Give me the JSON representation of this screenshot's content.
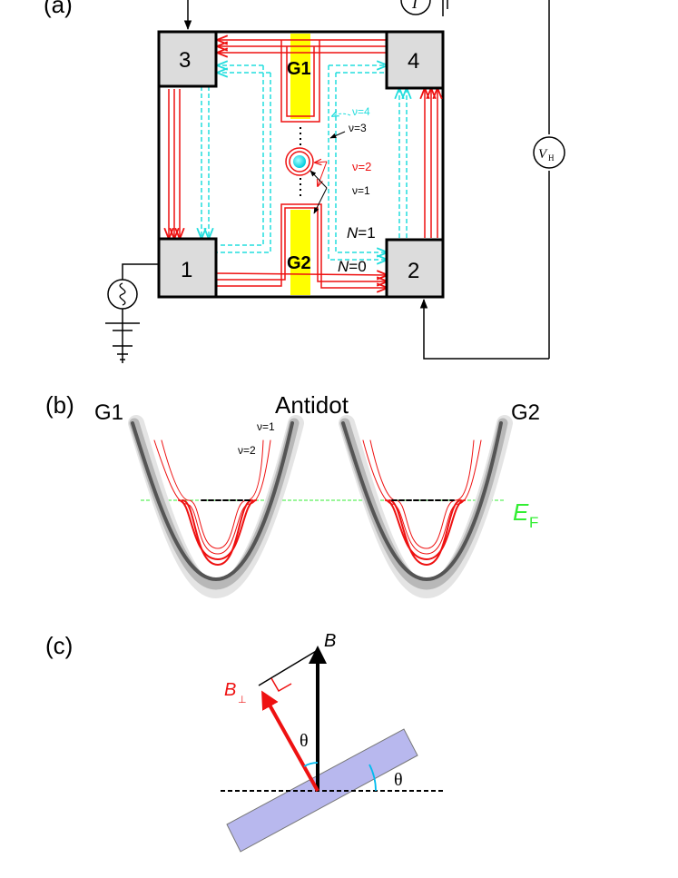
{
  "panel_a": {
    "label": "(a)",
    "contacts": {
      "c1": "1",
      "c2": "2",
      "c3": "3",
      "c4": "4"
    },
    "gates": {
      "g1": "G1",
      "g2": "G2"
    },
    "nu_labels": {
      "nu4": "ν=4",
      "nu3": "ν=3",
      "nu2": "ν=2",
      "nu1": "ν=1"
    },
    "n1_italic": "N",
    "n1_rest": "=1",
    "n0_italic": "N",
    "n0_rest": "=0",
    "meter_i": "I",
    "meter_vh_main": "V",
    "meter_vh_sub": "H"
  },
  "panel_b": {
    "label": "(b)",
    "left_gate": "G1",
    "right_gate": "G2",
    "title": "Antidot",
    "nu1": "ν=1",
    "nu2": "ν=2",
    "ef_main": "E",
    "ef_sub": "F"
  },
  "panel_c": {
    "label": "(c)",
    "b_label": "B",
    "bperp_main": "B",
    "bperp_sub": "⊥",
    "theta_upper": "θ",
    "theta_lower": "θ"
  },
  "colors": {
    "edge_red": "#ee1111",
    "edge_cyan": "#22dddd",
    "gate_yellow": "#ffff00",
    "contact_gray": "#dcdcdc",
    "fermi_green": "#33ee33",
    "sample_lavender": "#b8b8ee",
    "angle_cyan": "#00bbee"
  }
}
